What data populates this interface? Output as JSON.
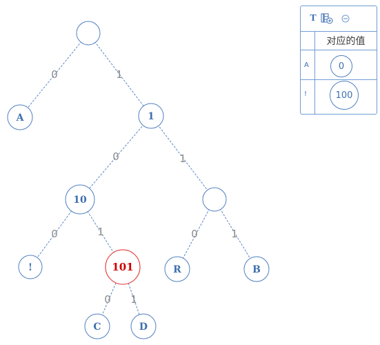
{
  "tree": {
    "nodes": {
      "root": "",
      "leaf_a": "A",
      "n1": "1",
      "n10": "10",
      "n11": "",
      "leaf_excl": "!",
      "n101": "101",
      "leaf_r": "R",
      "leaf_b": "B",
      "leaf_c": "C",
      "leaf_d": "D"
    },
    "edges": {
      "root_a": "0",
      "root_1": "1",
      "n1_10": "0",
      "n1_11": "1",
      "n10_excl": "0",
      "n10_101": "1",
      "n11_r": "0",
      "n11_b": "1",
      "n101_c": "0",
      "n101_d": "1"
    },
    "highlighted_node": "101",
    "colors": {
      "node": "#4f7fbf",
      "highlight": "#e02020",
      "edge_label": "#8a8a8a"
    }
  },
  "table": {
    "toolbar": {
      "text_tool": "T",
      "add_column_icon": "add-column-icon",
      "remove_icon": "remove-icon"
    },
    "column_header": "对应的值",
    "rows": [
      {
        "key": "A",
        "value": "0"
      },
      {
        "key": "!",
        "value": "100"
      }
    ]
  }
}
